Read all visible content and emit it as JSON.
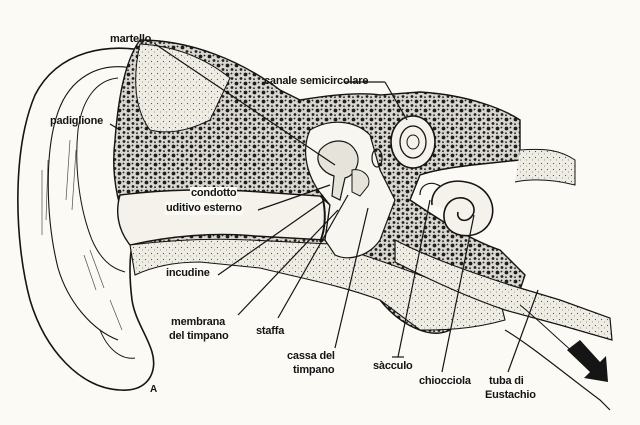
{
  "labels": {
    "martello": "martello",
    "padiglione": "padiglione",
    "canale_semicircolare": "canale semicircolare",
    "condotto_1": "condotto",
    "condotto_2": "uditivo esterno",
    "incudine": "incudine",
    "membrana_1": "membrana",
    "membrana_2": "del timpano",
    "staffa": "staffa",
    "cassa_1": "cassa del",
    "cassa_2": "timpano",
    "sacculo": "sàcculo",
    "chiocciola": "chiocciola",
    "tuba_1": "tuba di",
    "tuba_2": "Eustachio",
    "point_a": "A"
  },
  "colors": {
    "ink": "#151515",
    "paper": "#fbfaf4",
    "bone_fill": "#2b2b2b"
  }
}
